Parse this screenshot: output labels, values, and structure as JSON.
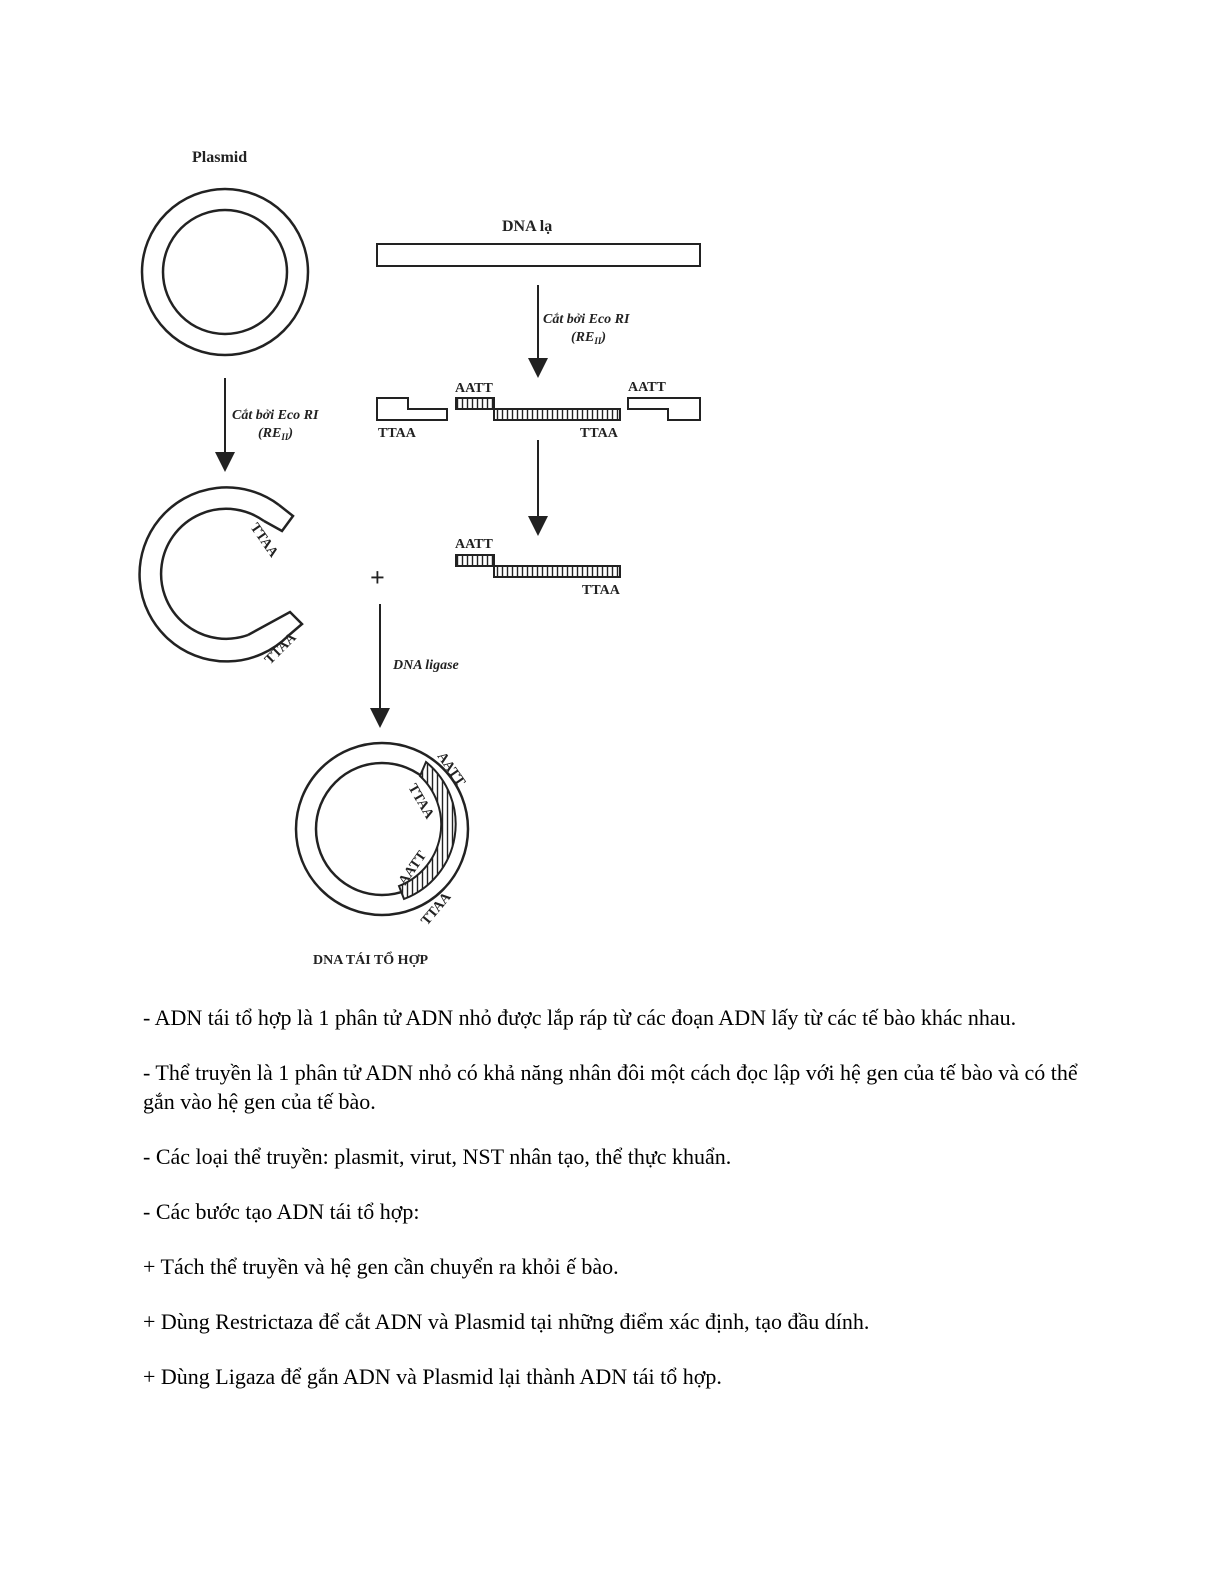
{
  "figure": {
    "plasmid_label": "Plasmid",
    "foreign_dna_label": "DNA lạ",
    "cut_label_line1": "Cắt bởi Eco RI",
    "cut_label_line2_main": "(RE",
    "cut_label_line2_sub": "II",
    "cut_label_line2_end": ")",
    "sticky_aatt": "AATT",
    "sticky_ttaa": "TTAA",
    "plus_sign": "+",
    "ligase_label": "DNA ligase",
    "recombinant_label": "DNA TÁI TỔ HỢP"
  },
  "paragraphs": [
    "- ADN tái tổ hợp là 1 phân tử ADN nhỏ được lắp ráp từ các đoạn ADN lấy từ các tế bào khác nhau.",
    "- Thể truyền là 1 phân tử ADN nhỏ có khả năng nhân đôi một cách đọc lập với hệ gen của tế bào và có thể gắn vào hệ gen của tế bào.",
    "- Các loại thể truyền: plasmit, virut, NST nhân tạo, thể thực khuẩn.",
    "- Các bước tạo ADN tái tổ hợp:",
    "+ Tách thể truyền và hệ gen cần chuyển ra khỏi ế bào.",
    "+ Dùng Restrictaza để cắt ADN và Plasmid tại những điểm xác định, tạo đầu dính.",
    "+ Dùng Ligaza để gắn ADN và Plasmid lại thành ADN tái tổ hợp."
  ]
}
